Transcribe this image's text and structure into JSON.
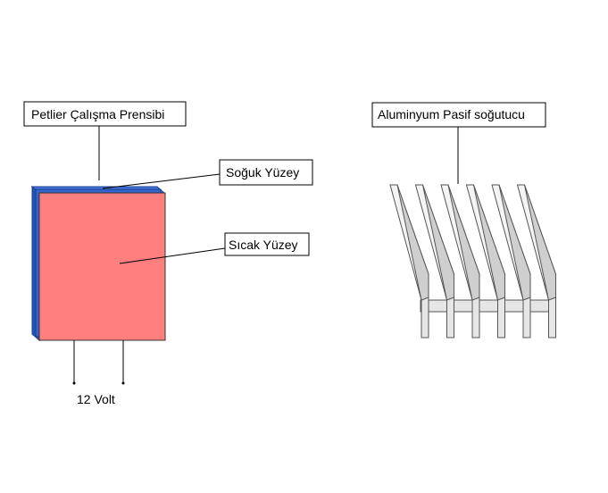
{
  "labels": {
    "title_left": "Petlier Çalışma Prensibi",
    "title_right": "Aluminyum Pasif soğutucu",
    "cold_surface": "Soğuk Yüzey",
    "hot_surface": "Sıcak Yüzey",
    "voltage": "12 Volt"
  },
  "colors": {
    "cold_plate": "#3366cc",
    "hot_plate": "#ff7f7f",
    "heatsink_light": "#e6e6e6",
    "heatsink_mid": "#cfcfcf",
    "heatsink_dark": "#f4f4f4"
  },
  "heatsink": {
    "fin_count": 6
  }
}
